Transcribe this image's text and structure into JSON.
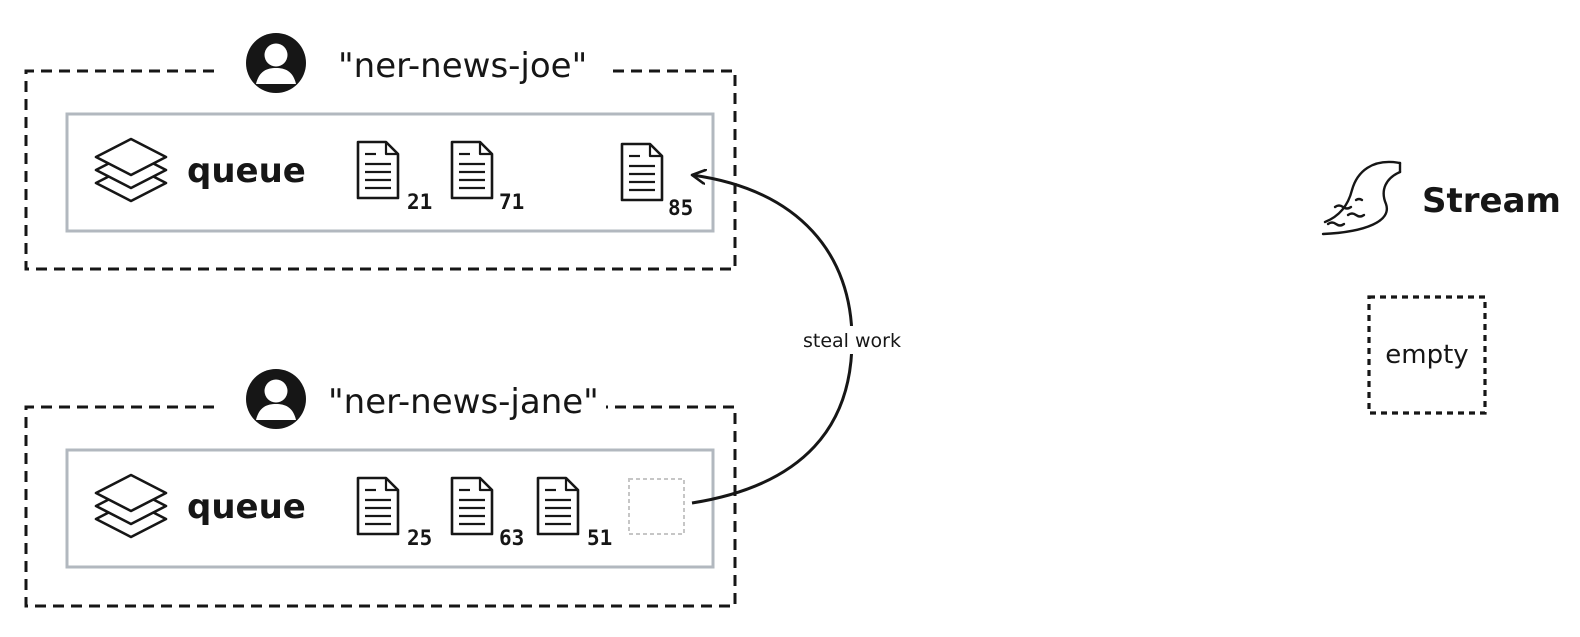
{
  "consumers": [
    {
      "name": "\"ner-news-joe\"",
      "queue_label": "queue",
      "docs": [
        "21",
        "71",
        "85"
      ]
    },
    {
      "name": "\"ner-news-jane\"",
      "queue_label": "queue",
      "docs": [
        "25",
        "63",
        "51"
      ]
    }
  ],
  "arrow_label": "steal work",
  "stream": {
    "label": "Stream",
    "state": "empty"
  },
  "colors": {
    "ink": "#161616",
    "queue_border": "#b2b8bf",
    "placeholder": "#c6c6c6"
  }
}
